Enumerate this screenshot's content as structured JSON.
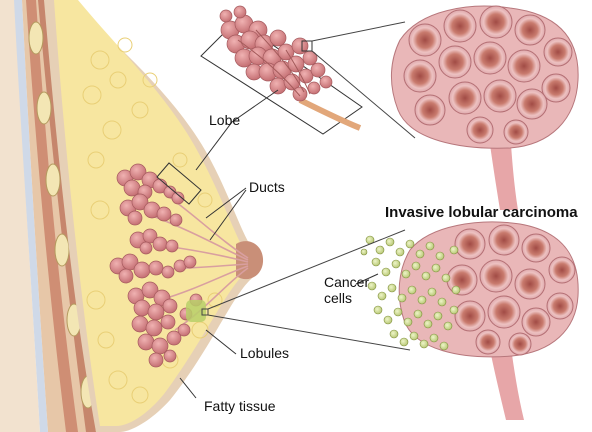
{
  "labels": {
    "lobe": "Lobe",
    "ducts": "Ducts",
    "title": "Invasive lobular carcinoma",
    "cancer_line1": "Cancer",
    "cancer_line2": "cells",
    "lobules": "Lobules",
    "fatty": "Fatty tissue"
  },
  "colors": {
    "skin": "#e8d2b8",
    "fat": "#f6e39a",
    "muscle": "#c98a72",
    "lobule": "#d98a8a",
    "lobule_dark": "#b45f62",
    "cancer": "#dbe6a0",
    "tumor_patch": "#b9cf68",
    "callout_line": "#4a4a4a"
  },
  "icons": {
    "breast": "breast-cross-section-illustration",
    "lobe": "lobe-detail-illustration",
    "normal_lobule": "normal-lobule-cross-section",
    "carcinoma_lobule": "carcinoma-lobule-cross-section"
  }
}
